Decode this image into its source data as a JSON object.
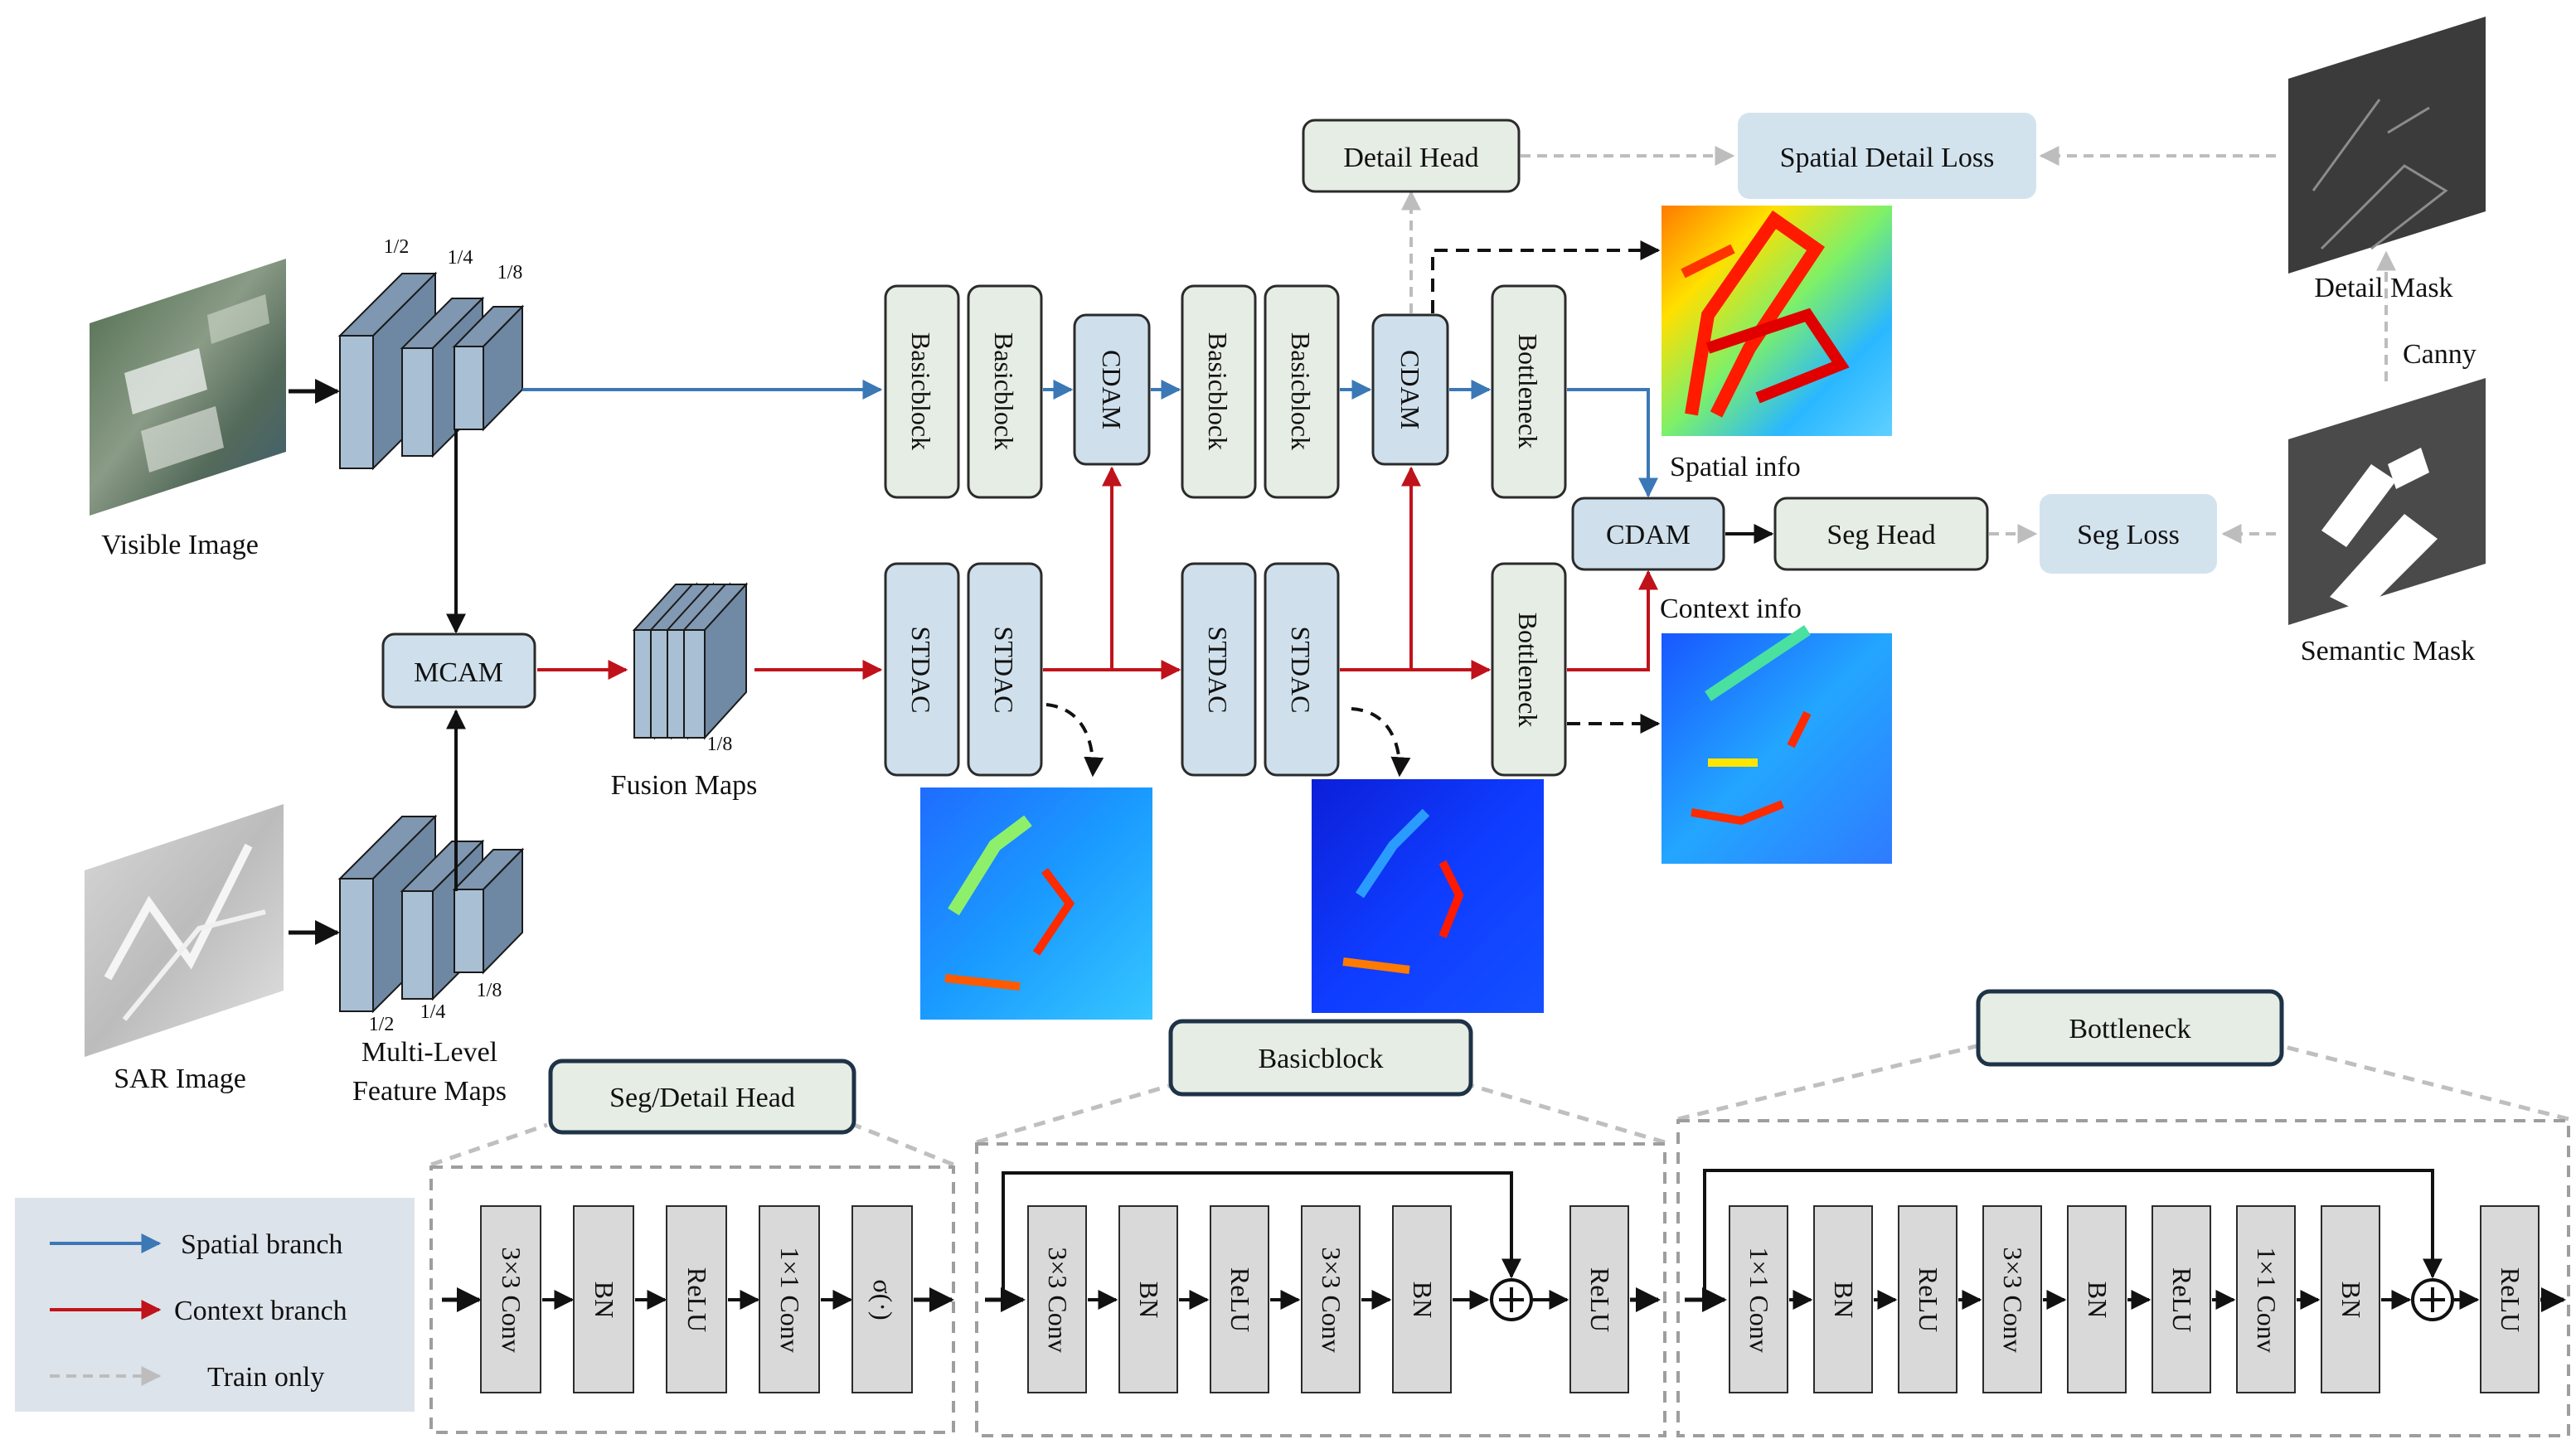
{
  "inputs": {
    "visible_image": "Visible Image",
    "sar_image": "SAR Image",
    "scales_top": [
      "1/2",
      "1/4",
      "1/8"
    ],
    "scales_bottom": [
      "1/2",
      "1/4",
      "1/8"
    ],
    "multi_level_line1": "Multi-Level",
    "multi_level_line2": "Feature Maps",
    "fusion_scale": "1/8",
    "fusion_maps": "Fusion Maps"
  },
  "modules": {
    "mcam": "MCAM",
    "cdam": "CDAM",
    "basicblock": "Basicblock",
    "stdac": "STDAC",
    "bottleneck": "Bottleneck",
    "detail_head": "Detail Head",
    "seg_head": "Seg Head",
    "spatial_detail_loss": "Spatial Detail Loss",
    "seg_loss": "Seg Loss"
  },
  "outputs": {
    "spatial_info": "Spatial info",
    "context_info": "Context info",
    "detail_mask": "Detail Mask",
    "canny": "Canny",
    "semantic_mask": "Semantic Mask"
  },
  "legend": {
    "spatial": "Spatial branch",
    "context": "Context branch",
    "train": "Train only"
  },
  "detail_panels": {
    "seg_detail_head": {
      "title": "Seg/Detail Head",
      "layers": [
        "3×3 Conv",
        "BN",
        "ReLU",
        "1×1 Conv",
        "σ(·)"
      ]
    },
    "basicblock": {
      "title": "Basicblock",
      "layers": [
        "3×3 Conv",
        "BN",
        "ReLU",
        "3×3 Conv",
        "BN"
      ],
      "final": "ReLU"
    },
    "bottleneck": {
      "title": "Bottleneck",
      "layers": [
        "1×1 Conv",
        "BN",
        "ReLU",
        "3×3 Conv",
        "BN",
        "ReLU",
        "1×1 Conv",
        "BN"
      ],
      "final": "ReLU"
    }
  },
  "colors": {
    "spatial_branch": "#3b78b6",
    "context_branch": "#c0121a",
    "train_only": "#bdbdbd",
    "module_green": "#e6ede4",
    "module_blue": "#cfe0ec",
    "loss_fill": "#d3e3ee",
    "layer_gray": "#d9d9d9",
    "feature_map": "#a9bfd4"
  }
}
